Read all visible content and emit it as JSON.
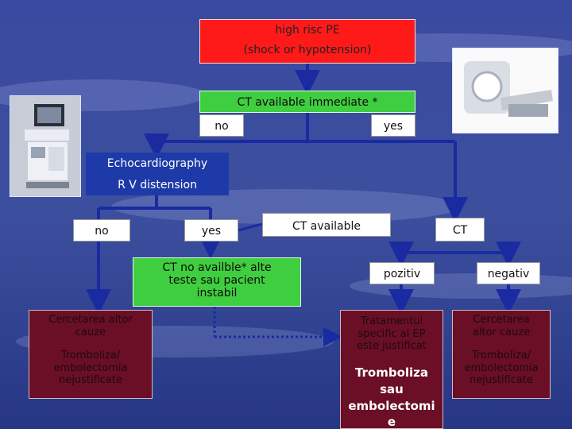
{
  "colors": {
    "background": "#2f3f93",
    "red_box": "#ff1a1a",
    "green_box": "#3fce3f",
    "blue_box": "#1e3aa8",
    "maroon_box": "#6a0f25",
    "connector": "#1a2aa0"
  },
  "top": {
    "line1": "high risc PE",
    "line2": "(shock or  hypotension)"
  },
  "ct_immediate": {
    "label": "CT available immediate *",
    "no": "no",
    "yes": "yes"
  },
  "echo": {
    "line1": "Echocardiography",
    "line2": "R V distension",
    "no": "no",
    "yes": "yes"
  },
  "ct_available": "CT available",
  "ct": "CT",
  "ct_not_available": {
    "line1": "CT no availble* alte",
    "line2": "teste sau pacient",
    "line3": "instabil"
  },
  "result": {
    "pozitiv": "pozitiv",
    "negativ": "negativ"
  },
  "left_outcome": {
    "line1": "Cercetarea altor",
    "line2": "cauze",
    "line3": "Tromboliza/",
    "line4": "embolectomia",
    "line5": "nejustificate"
  },
  "middle_outcome": {
    "line1": "Tratamentul",
    "line2": "specific al EP",
    "line3": "este justificat",
    "bold1": "Tromboliza",
    "bold2": "sau",
    "bold3": "embolectomi",
    "bold4": "e"
  },
  "right_outcome": {
    "line1": "Cercetarea",
    "line2": "altor cauze",
    "line3": "Tromboliza/",
    "line4": "embolectomia",
    "line5": "nejustificate"
  },
  "images": {
    "left": "ultrasound-machine",
    "right": "ct-scanner"
  }
}
